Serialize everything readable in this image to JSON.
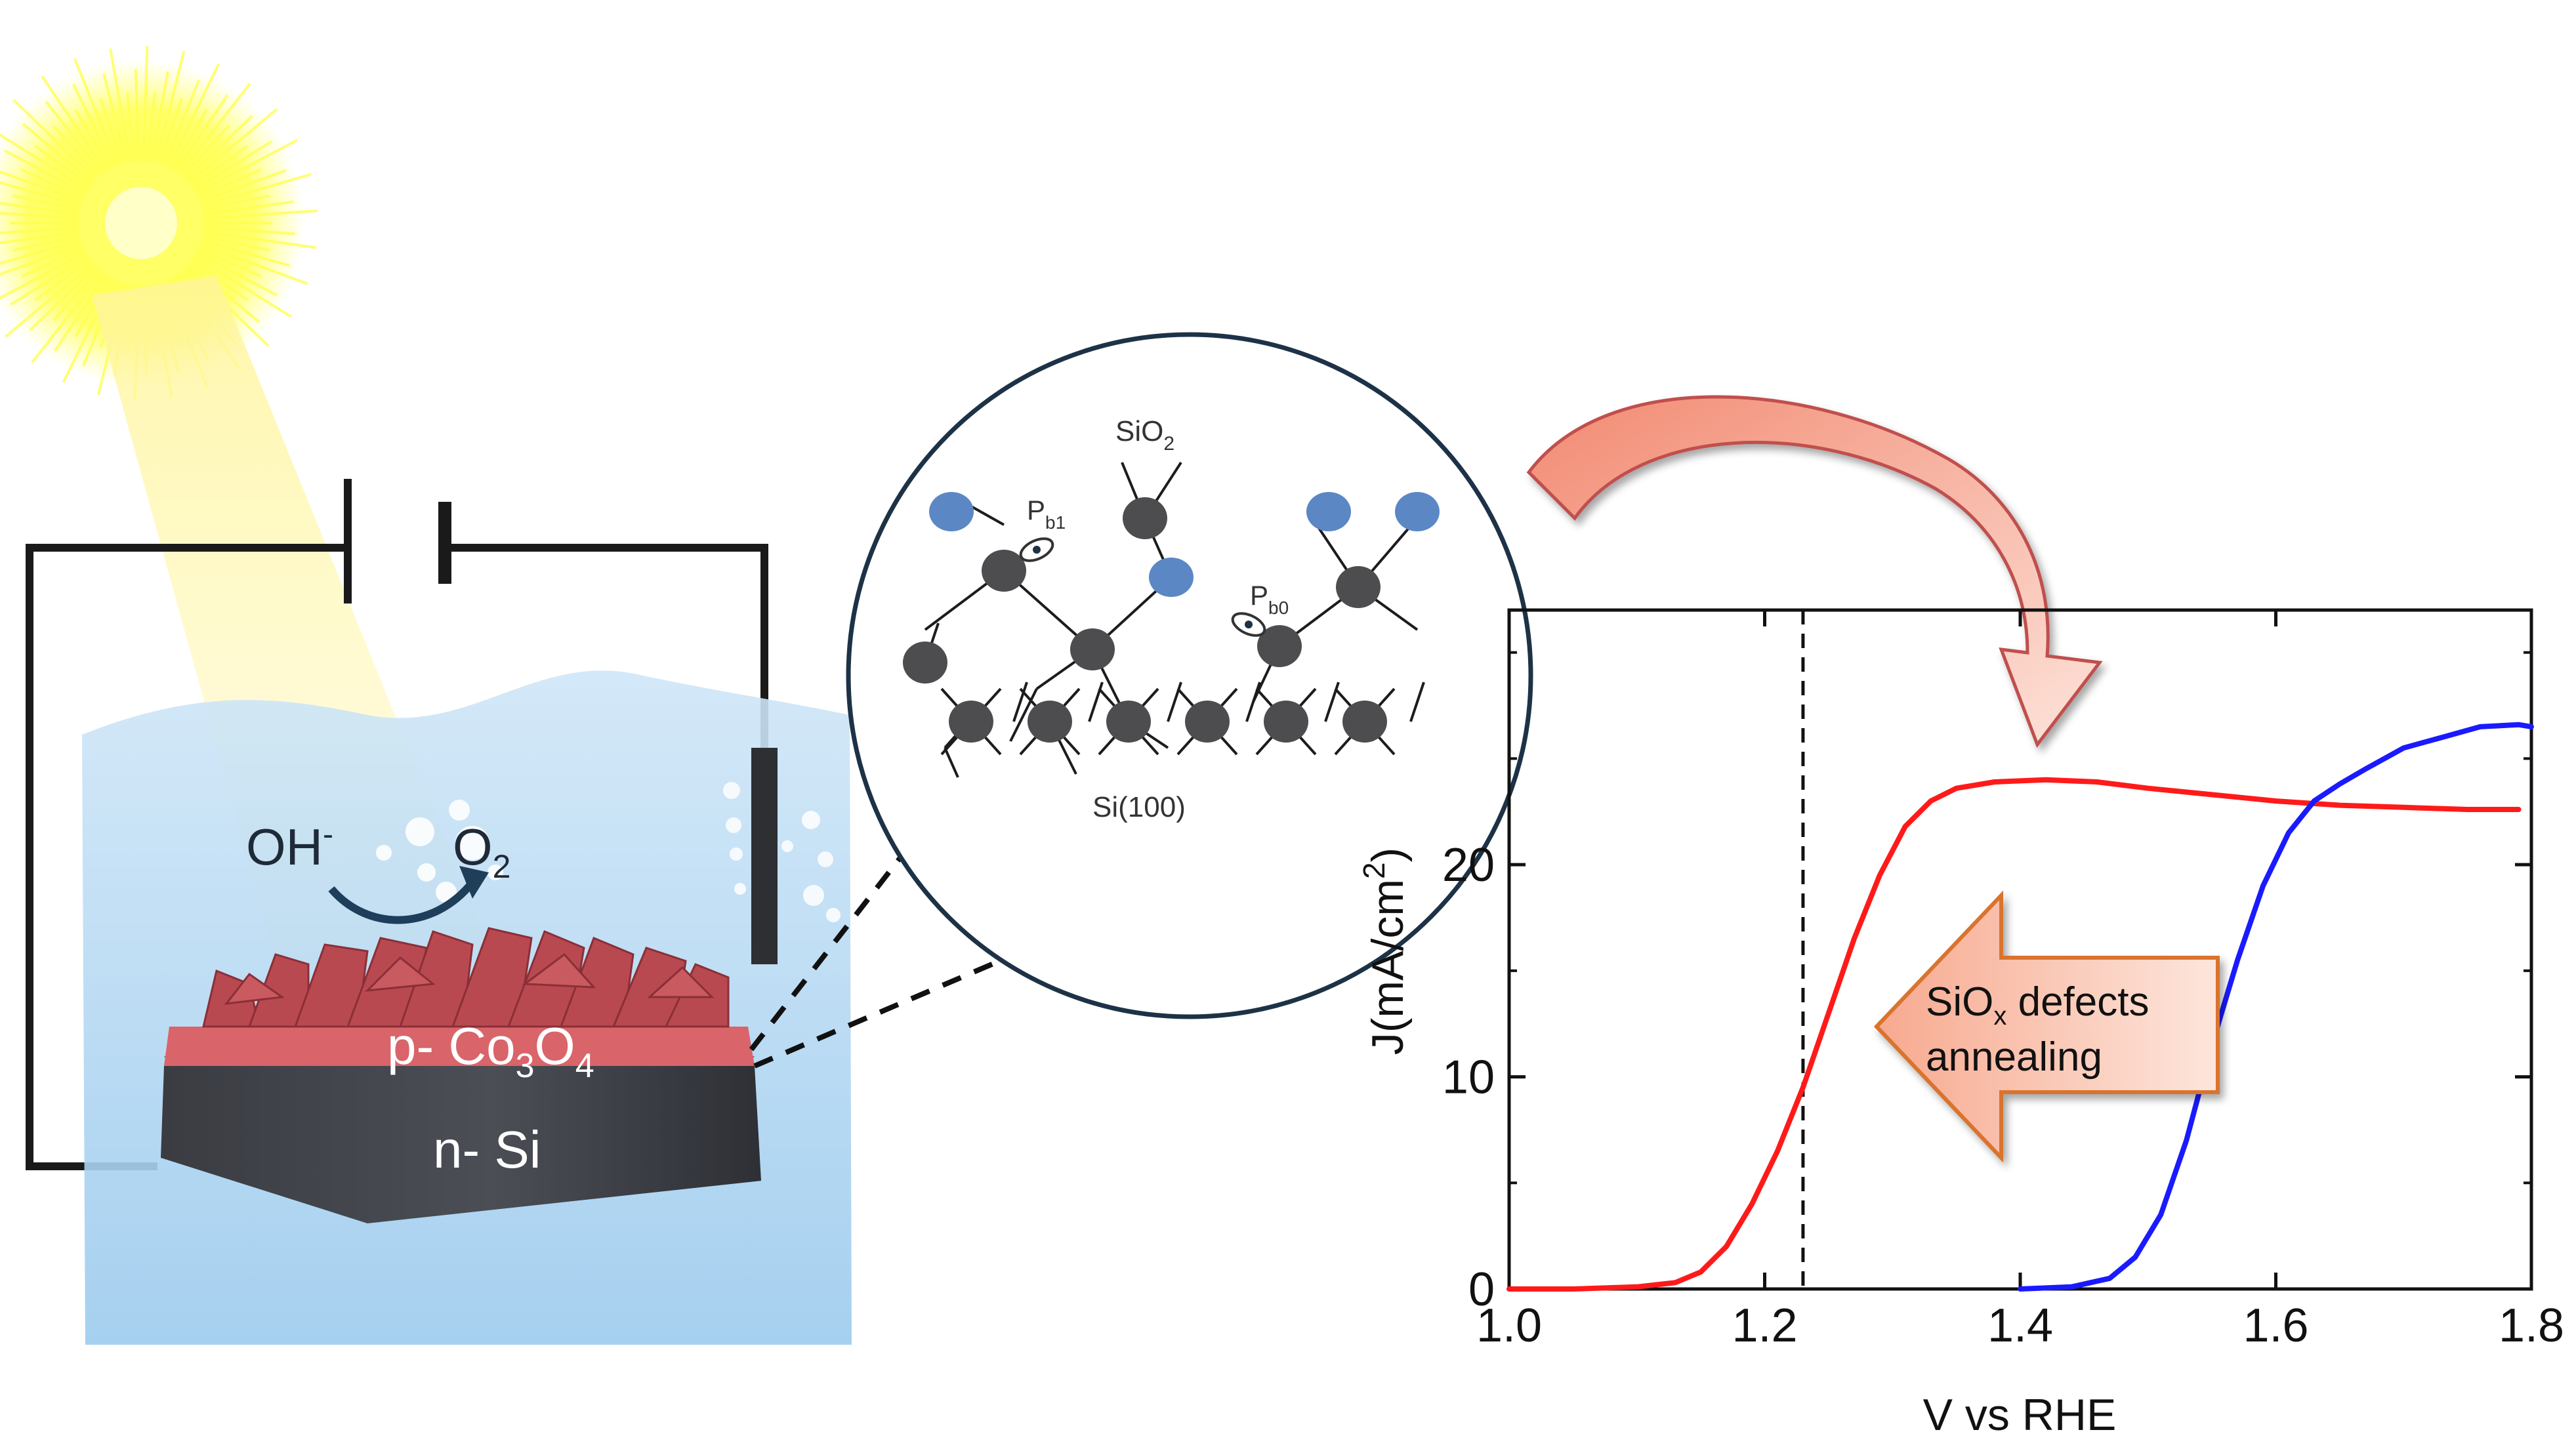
{
  "cell": {
    "reactant": "OH",
    "reactant_sup": "-",
    "product": "O",
    "product_sub": "2",
    "catalyst_prefix": "p- Co",
    "catalyst_sub1": "3",
    "catalyst_mid": "O",
    "catalyst_sub2": "4",
    "substrate": "n- Si"
  },
  "zoom": {
    "top_label": "SiO",
    "top_label_sub": "2",
    "bottom_label": "Si(100)",
    "defect1": "P",
    "defect1_sub": "b1",
    "defect2": "P",
    "defect2_sub": "b0",
    "colors": {
      "si_atom": "#4d4d4f",
      "o_atom": "#5b87c4"
    }
  },
  "annotation": {
    "arrow_line1": "SiO",
    "arrow_line1_sub": "x",
    "arrow_line1_rest": " defects",
    "arrow_line2": "annealing"
  },
  "chart_data": {
    "type": "line",
    "xlabel": "V vs RHE",
    "ylabel": "J(mA/cm",
    "ylabel_sup": "2",
    "ylabel_close": ")",
    "xlim": [
      1.0,
      1.8
    ],
    "ylim": [
      0,
      32
    ],
    "x_ticks": [
      "1.0",
      "1.2",
      "1.4",
      "1.6",
      "1.8"
    ],
    "x_tick_values": [
      1.0,
      1.2,
      1.4,
      1.6,
      1.8
    ],
    "y_ticks": [
      "0",
      "10",
      "20"
    ],
    "y_tick_values": [
      0,
      10,
      20
    ],
    "reference_line_x": 1.23,
    "series": [
      {
        "color": "#ff1a1a",
        "x": [
          1.0,
          1.05,
          1.1,
          1.13,
          1.15,
          1.17,
          1.19,
          1.21,
          1.23,
          1.25,
          1.27,
          1.29,
          1.31,
          1.33,
          1.35,
          1.38,
          1.42,
          1.46,
          1.5,
          1.55,
          1.6,
          1.65,
          1.7,
          1.75,
          1.79
        ],
        "y": [
          0,
          0,
          0.1,
          0.3,
          0.8,
          2.0,
          4.0,
          6.5,
          9.5,
          13.0,
          16.5,
          19.5,
          21.8,
          23.0,
          23.6,
          23.9,
          24.0,
          23.9,
          23.6,
          23.3,
          23.0,
          22.8,
          22.7,
          22.6,
          22.6
        ]
      },
      {
        "color": "#1a1aff",
        "x": [
          1.4,
          1.44,
          1.47,
          1.49,
          1.51,
          1.53,
          1.55,
          1.57,
          1.59,
          1.61,
          1.63,
          1.65,
          1.67,
          1.7,
          1.73,
          1.76,
          1.79,
          1.8
        ],
        "y": [
          0,
          0.1,
          0.5,
          1.5,
          3.5,
          7.0,
          11.5,
          15.5,
          19.0,
          21.5,
          23.0,
          23.8,
          24.5,
          25.5,
          26.0,
          26.5,
          26.6,
          26.5
        ]
      }
    ]
  }
}
